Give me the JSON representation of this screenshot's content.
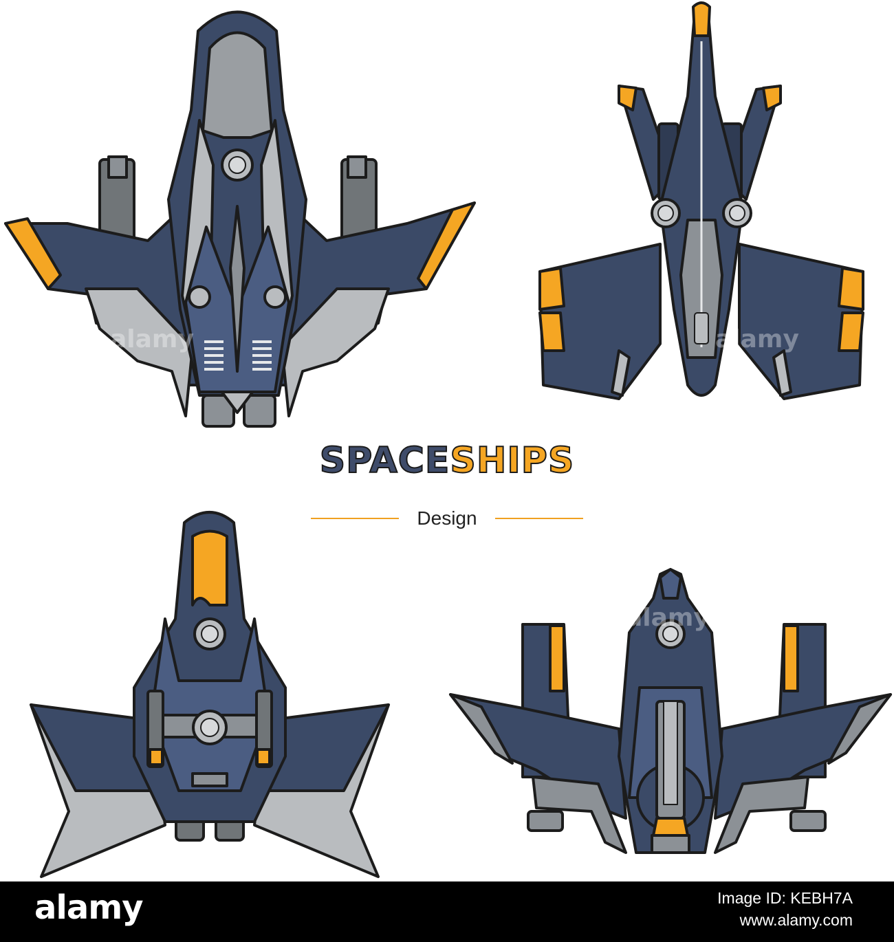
{
  "heading": {
    "part_a": "SPACE",
    "part_b": "SHIPS",
    "subtitle": "Design"
  },
  "watermark": {
    "text": "alamy"
  },
  "footer": {
    "logo": "alamy",
    "line1": "Image ID: KEBH7A",
    "line2": "www.alamy.com"
  },
  "colors": {
    "hull_dark": "#3b4a67",
    "hull_mid": "#4b5d82",
    "grey_light": "#b9bcbf",
    "grey_mid": "#8c9196",
    "accent": "#f5a623",
    "outline": "#1c1c1c"
  }
}
